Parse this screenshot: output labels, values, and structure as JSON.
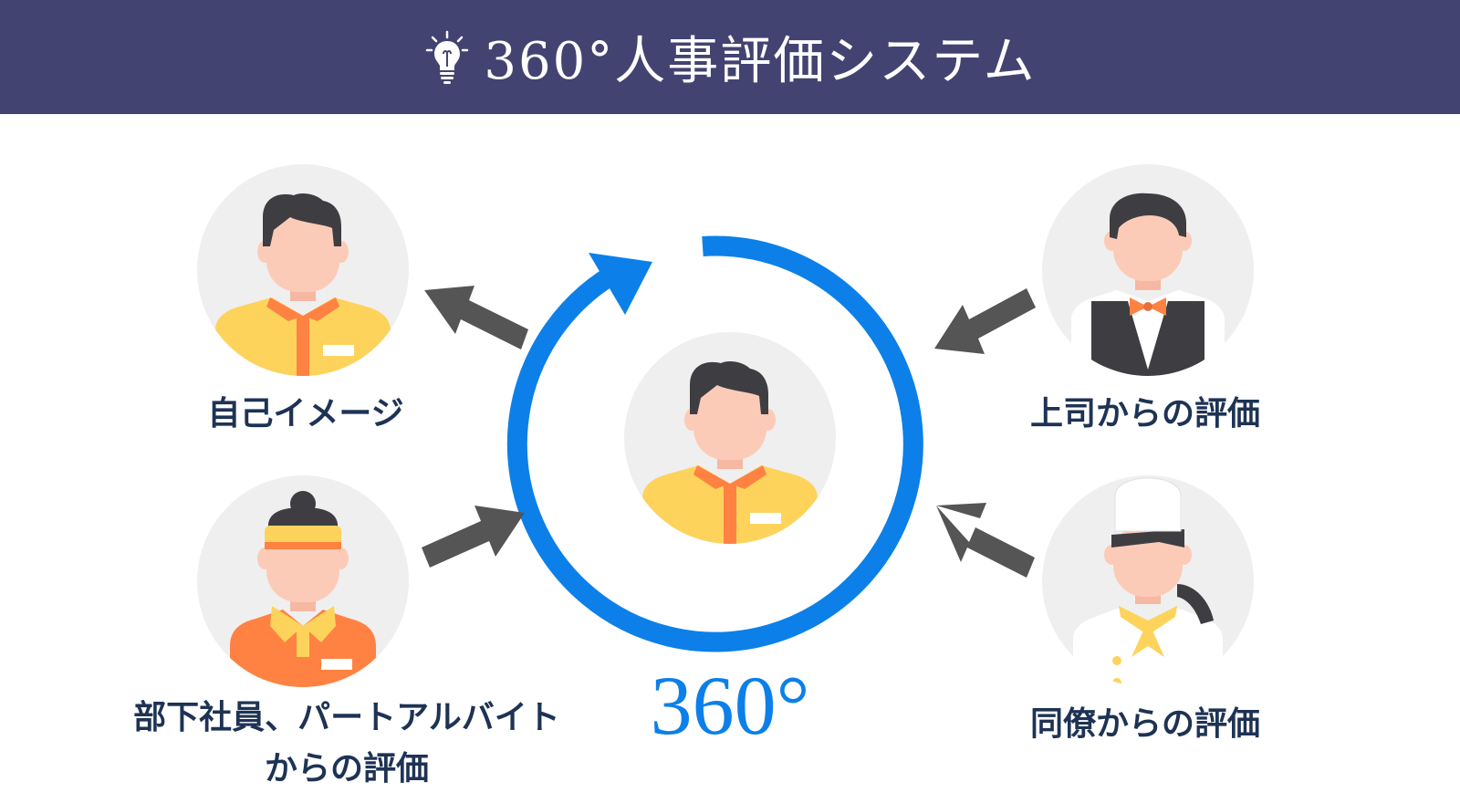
{
  "header": {
    "title": "360°人事評価システム"
  },
  "diagram": {
    "center_label": "360°",
    "nodes": {
      "self": {
        "label": "自己イメージ"
      },
      "boss": {
        "label": "上司からの評価"
      },
      "peer": {
        "label": "同僚からの評価"
      },
      "subordinate": {
        "label_line1": "部下社員、パートアルバイト",
        "label_line2": "からの評価"
      }
    }
  },
  "colors": {
    "header_bg": "#434372",
    "title_text": "#ffffff",
    "ring": "#0c80e8",
    "arrow": "#555555",
    "label_text": "#1e3354",
    "avatar_bg": "#efefef"
  },
  "icons": [
    "lightbulb-icon",
    "clockwise-ring-arrow",
    "gray-arrow"
  ]
}
